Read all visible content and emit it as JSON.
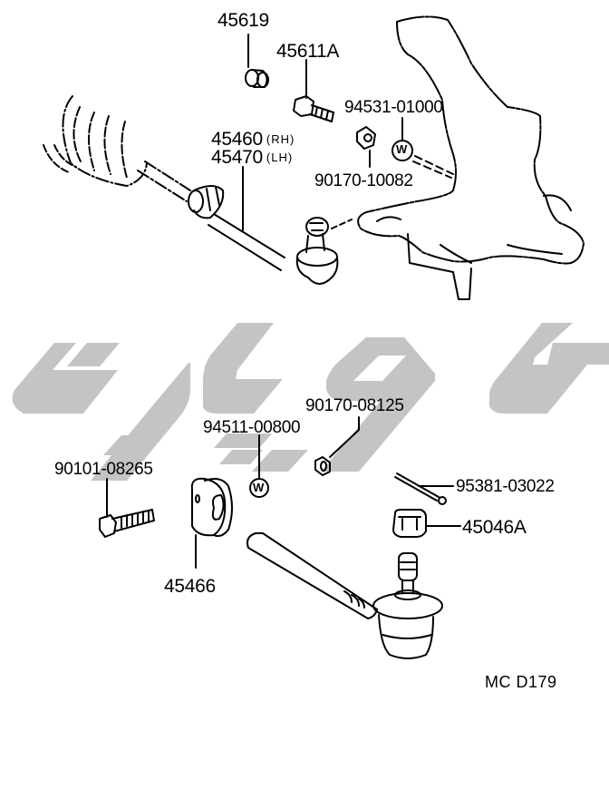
{
  "diagram": {
    "type": "exploded-parts-diagram",
    "subject": "Front steering tie rod end assembly",
    "watermark_color": "#c4c4c4",
    "line_color": "#000000"
  },
  "labels": {
    "p45619": "45619",
    "p45611A": "45611A",
    "p94531": "94531-01000",
    "p45460": "45460",
    "p45460_side": "(RH)",
    "p45470": "45470",
    "p45470_side": "(LH)",
    "p90170_10082": "90170-10082",
    "p90170_08125": "90170-08125",
    "p94511": "94511-00800",
    "p90101": "90101-08265",
    "p95381": "95381-03022",
    "p45046A": "45046A",
    "p45466": "45466",
    "washer_mark": "W"
  },
  "footer": {
    "code": "MC  D179"
  }
}
